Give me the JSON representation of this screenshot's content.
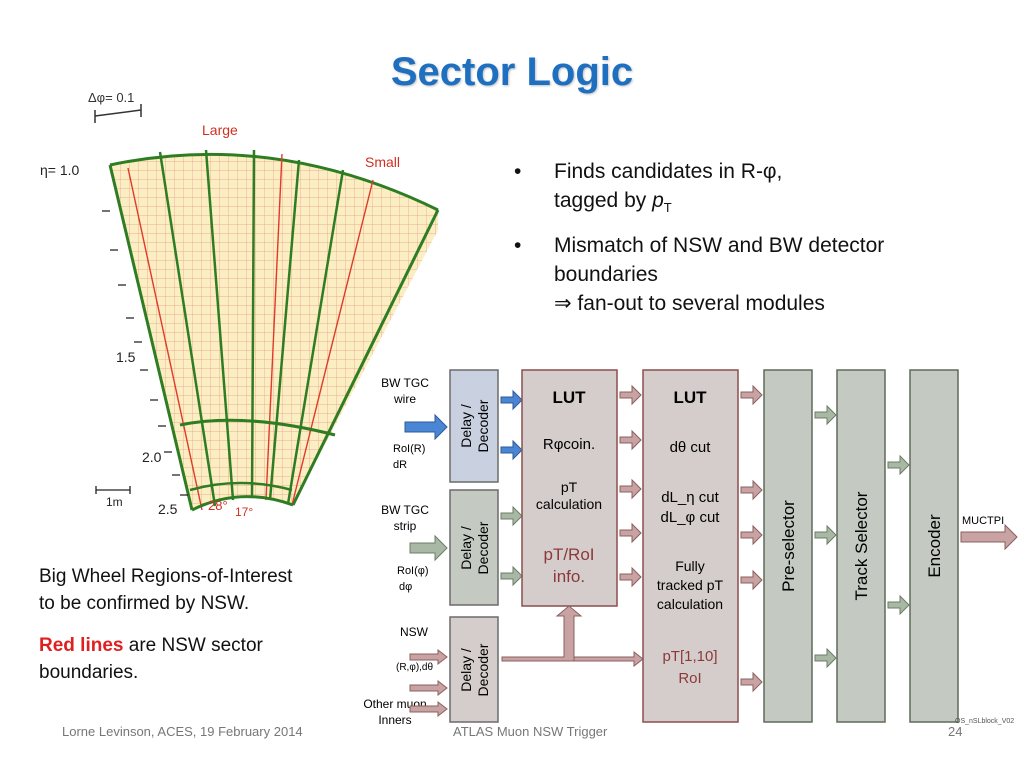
{
  "title": "Sector Logic",
  "bullets": [
    {
      "line1": "Finds candidates in R-φ,",
      "line2_pre": "tagged by ",
      "line2_var": "p",
      "line2_sub": "T"
    },
    {
      "line1": "Mismatch of NSW and BW detector",
      "line2": "boundaries",
      "line3": "⇒ fan-out to several modules"
    }
  ],
  "caption1": {
    "line1": "Big Wheel Regions-of-Interest",
    "line2": "to be confirmed by NSW."
  },
  "caption2": {
    "red": "Red lines",
    "rest": " are NSW sector",
    "line2": "boundaries."
  },
  "sector": {
    "dphi_label": "Δφ= 0.1",
    "large_label": "Large",
    "small_label": "Small",
    "eta_labels": [
      "η= 1.0",
      "1.5",
      "2.0",
      "2.5"
    ],
    "scale_label": "1m",
    "angle_large": "28°",
    "angle_small": "17°"
  },
  "block": {
    "inputs": {
      "bw_tgc_wire": [
        "BW TGC",
        "wire"
      ],
      "roi_r": [
        "RoI(R)",
        "dR"
      ],
      "bw_tgc_strip": [
        "BW TGC",
        "strip"
      ],
      "roi_phi": [
        "RoI(φ)",
        "dφ"
      ],
      "nsw": "NSW",
      "nsw_sub": "(R,φ),dθ",
      "other": [
        "Other muon",
        "Inners"
      ]
    },
    "delay_label": [
      "Delay /",
      "Decoder"
    ],
    "lut1": {
      "title": "LUT",
      "l1": "Rφcoin.",
      "l2": [
        "pT",
        "calculation"
      ],
      "l3": [
        "pT/RoI",
        "info."
      ]
    },
    "lut2": {
      "title": "LUT",
      "l1": "dθ cut",
      "l2": [
        "dL_η cut",
        "dL_φ  cut"
      ],
      "l3": [
        "Fully",
        "tracked pT",
        "calculation"
      ],
      "l4": [
        "pT[1,10]",
        "RoI"
      ]
    },
    "preselector": "Pre-selector",
    "trackselector": "Track Selector",
    "encoder": "Encoder",
    "output": "MUCTPI",
    "tag": "OS_nSLblock_V02"
  },
  "colors": {
    "title": "#1f6fc1",
    "blue_box": "#c9d1e1",
    "gray_box": "#c4c9c2",
    "lut_box": "#d5cdcc",
    "arrow_red": "#c9a3a3",
    "arrow_green": "#a9b8a4",
    "arrow_blue": "#4a86d4"
  },
  "footer": {
    "author": "Lorne Levinson, ACES, 19 February 2014",
    "center": "ATLAS Muon NSW Trigger",
    "page": "24"
  }
}
